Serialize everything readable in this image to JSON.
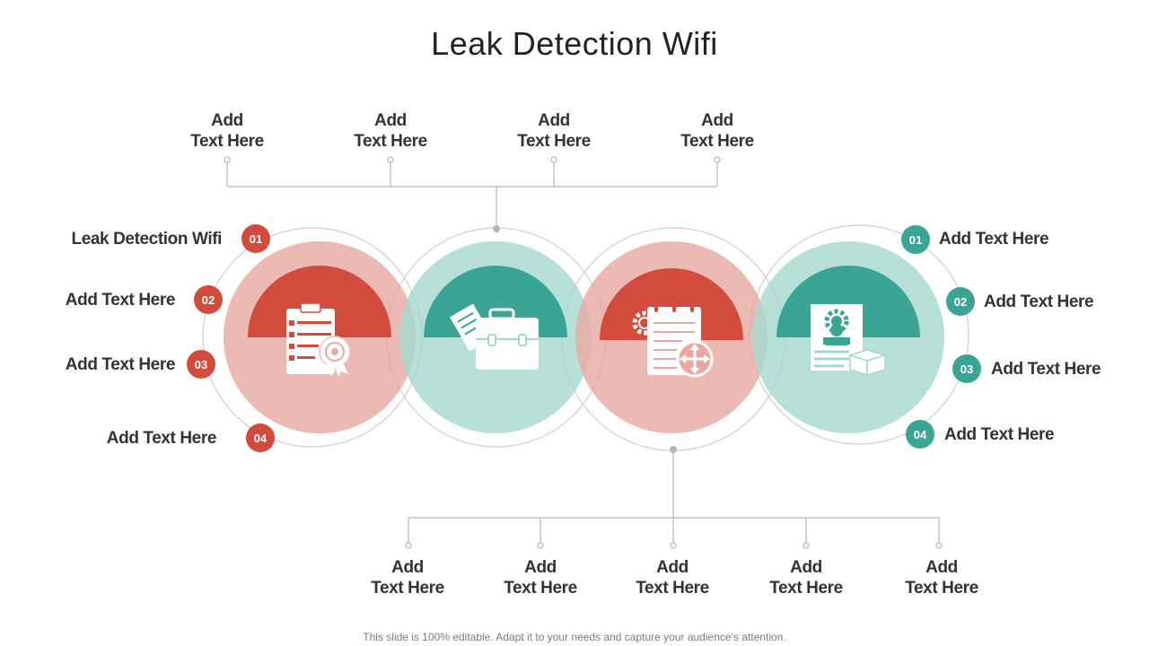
{
  "title": "Leak Detection Wifi",
  "footer": "This slide is 100% editable. Adapt it to your needs and capture your audience’s attention.",
  "colors": {
    "red": "#d24b3c",
    "red_light": "#ecb8b2",
    "teal": "#3aa594",
    "teal_light": "#b1ddd6"
  },
  "top_labels": [
    {
      "line1": "Add",
      "line2": "Text Here"
    },
    {
      "line1": "Add",
      "line2": "Text Here"
    },
    {
      "line1": "Add",
      "line2": "Text Here"
    },
    {
      "line1": "Add",
      "line2": "Text Here"
    }
  ],
  "bottom_labels": [
    {
      "line1": "Add",
      "line2": "Text Here"
    },
    {
      "line1": "Add",
      "line2": "Text Here"
    },
    {
      "line1": "Add",
      "line2": "Text Here"
    },
    {
      "line1": "Add",
      "line2": "Text Here"
    },
    {
      "line1": "Add",
      "line2": "Text Here"
    }
  ],
  "left_items": [
    {
      "num": "01",
      "text": "Leak Detection Wifi"
    },
    {
      "num": "02",
      "text": "Add Text Here"
    },
    {
      "num": "03",
      "text": "Add Text Here"
    },
    {
      "num": "04",
      "text": "Add Text Here"
    }
  ],
  "right_items": [
    {
      "num": "01",
      "text": "Add Text Here"
    },
    {
      "num": "02",
      "text": "Add Text Here"
    },
    {
      "num": "03",
      "text": "Add Text Here"
    },
    {
      "num": "04",
      "text": "Add Text Here"
    }
  ],
  "circles": [
    {
      "icon": "clipboard-target-icon"
    },
    {
      "icon": "briefcase-documents-icon"
    },
    {
      "icon": "checklist-gear-arrows-icon"
    },
    {
      "icon": "report-gear-box-icon"
    }
  ]
}
